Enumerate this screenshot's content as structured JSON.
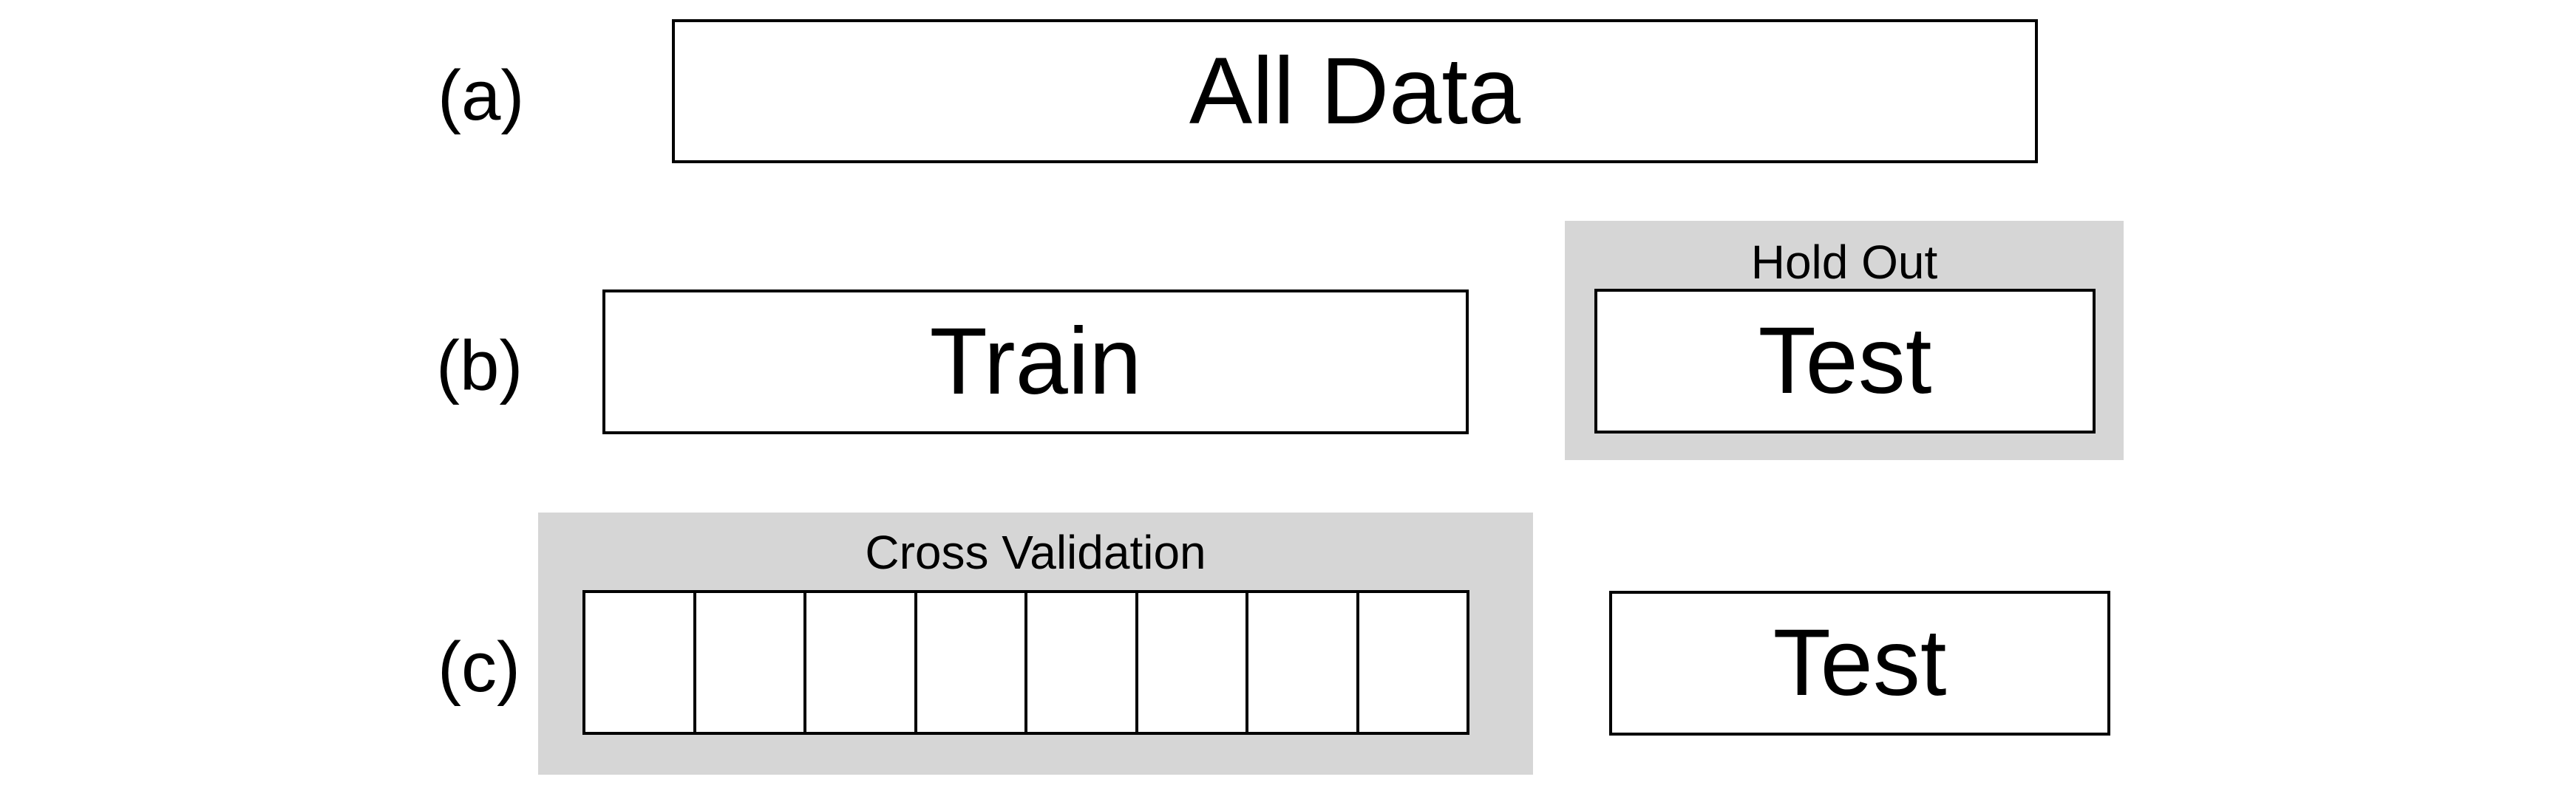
{
  "rows": {
    "a": {
      "label": "(a)",
      "box_label": "All Data"
    },
    "b": {
      "label": "(b)",
      "train_label": "Train",
      "holdout": {
        "title": "Hold Out",
        "test_label": "Test"
      }
    },
    "c": {
      "label": "(c)",
      "cross_validation": {
        "title": "Cross Validation",
        "fold_count": 8
      },
      "test_label": "Test"
    }
  },
  "colors": {
    "group_fill": "#d6d6d6",
    "border": "#000000",
    "background": "#ffffff"
  }
}
